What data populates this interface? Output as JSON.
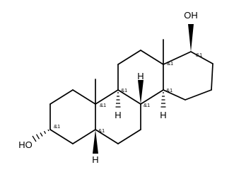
{
  "molecule": {
    "atoms": {
      "oh_top": "OH",
      "oh_bottom": "HO",
      "h_c8": "H",
      "h_c9": "H",
      "h_c14": "H",
      "h_c5": "H"
    },
    "stereo_marks": {
      "c17": "&1",
      "c13": "&1",
      "c14": "&1",
      "c8": "&1",
      "c9": "&1",
      "c10": "&1",
      "c5": "&1",
      "c3": "&1"
    }
  }
}
